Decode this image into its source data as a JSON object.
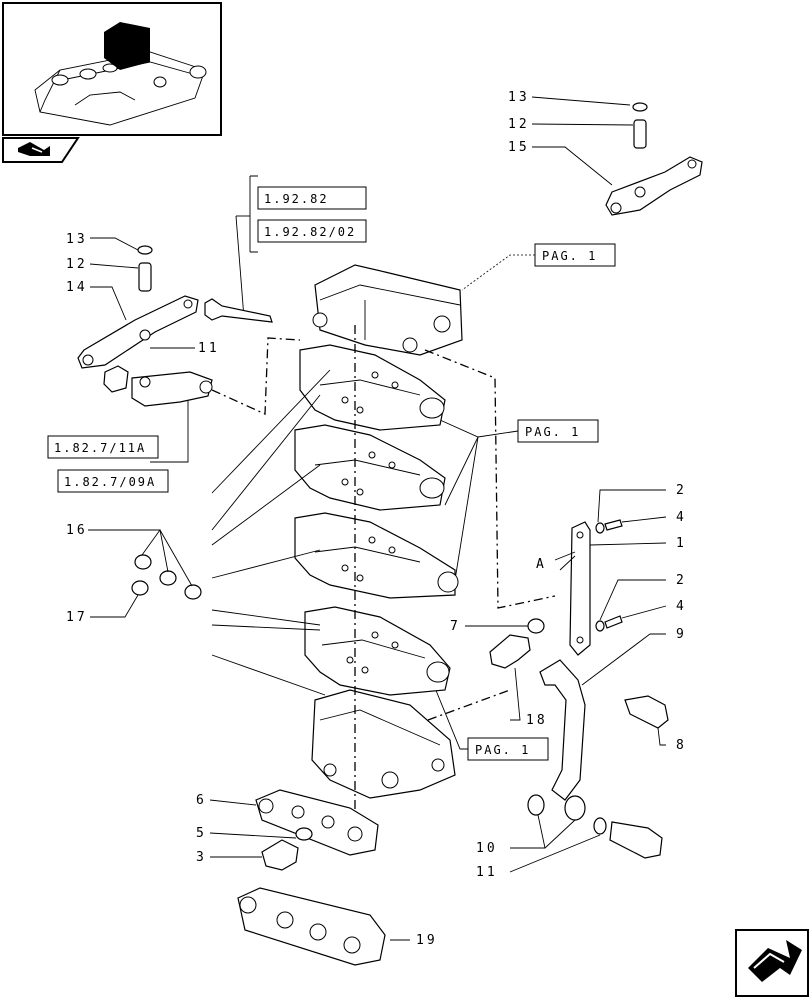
{
  "refs": {
    "r1": "1.92.82",
    "r2": "1.92.82/02",
    "r3": "PAG. 1",
    "r4": "1.82.7/11A",
    "r5": "1.82.7/09A",
    "r6": "PAG. 1",
    "r7": "PAG. 1"
  },
  "labels": {
    "l13a": "13",
    "l12a": "12",
    "l15": "15",
    "l13b": "13",
    "l12b": "12",
    "l14": "14",
    "l11a": "11",
    "l16": "16",
    "l17": "17",
    "l2a": "2",
    "l4a": "4",
    "l1": "1",
    "lA": "A",
    "l2b": "2",
    "l4b": "4",
    "l7": "7",
    "l9": "9",
    "l18": "18",
    "l8": "8",
    "l6": "6",
    "l5": "5",
    "l3": "3",
    "l10": "10",
    "l11b": "11",
    "l19": "19"
  },
  "icons": {
    "thumbnail": "assembly-thumbnail-icon",
    "book": "book-icon",
    "next": "next-page-arrow-icon"
  }
}
